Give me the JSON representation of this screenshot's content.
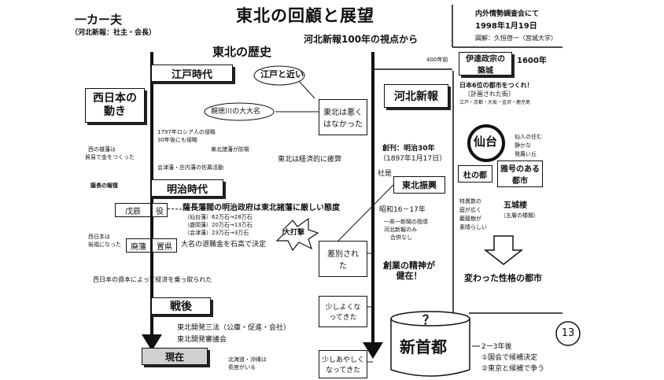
{
  "header": {
    "author": "一カー夫",
    "affiliation": "（河北新報：社主・会長）",
    "title": "東北の回顧と展望",
    "subtitle": "河北新報100年の視点から",
    "venue_lines": [
      "内外情勢調査会にて",
      "1998年1月19日",
      "図解：久恒啓一（宮城大学）"
    ]
  },
  "history": {
    "heading": "東北の歴史",
    "west_japan_movement": "西日本の動き",
    "edo": "江戸時代",
    "near_edo": "江戸と近い",
    "tokugawa": "親徳川の大大名",
    "not_bad": "東北は悪くはなかった",
    "russia_note": [
      "1797年ロシア人の侵略",
      "30年後にも侵略"
    ],
    "north_defense": "東北諸藩が防衛",
    "west_clans": [
      "西の雄藩は",
      "貿易で金をつくった"
    ],
    "aizu_shonai": "会津藩・庄内藩の佐幕活動",
    "economic_fatigue": "東北は経済的に疲弊",
    "satcho_revenge": "薩長の報復",
    "meiji": "明治時代",
    "boshin": "戊辰",
    "war": "役",
    "satcho_gov": "薩長藩閥の明治政府は東北諸藩に厳しい態度",
    "stipend_rows": [
      "（仙台藩）62万石→28万石",
      "（盛岡藩）20万石→13万石",
      "（会津藩）23万石→3万石"
    ],
    "big_blow": "大打撃",
    "west_rich": [
      "西日本は",
      "裕福になった"
    ],
    "haihan": "廃藩",
    "chiken": "置県",
    "retirement_funds": "大名の退職金を石高で決定",
    "west_capital": "西日本の資本によって経済を乗っ取られた",
    "discrimination": "差別された",
    "postwar": "戦後",
    "getting_better": "少しよくなってきた",
    "development_laws": [
      "東北開発三法（公庫・促進・会社）",
      "東北開発審議会"
    ],
    "present": "現在",
    "hokkaido": [
      "北海道・沖縄は",
      "長官がいる"
    ],
    "slightly_better": "少しあやしくなってきた"
  },
  "kahoku": {
    "name": "河北新報",
    "founded": [
      "創刊：明治30年",
      "（1897年1月17日）"
    ],
    "motto_prefix": "社是",
    "motto": "東北振興",
    "war_merger": [
      "昭和16－17年",
      "一県一新聞の指導",
      "河北新報のみ",
      "合併なし"
    ],
    "founding_spirit": "創業の精神が健在！",
    "new_capital": "新首都",
    "question": "？",
    "future": [
      "2ー3年後",
      "①国会で候補決定",
      "②東京と候補で争う"
    ]
  },
  "sendai": {
    "years_ago": "400年前",
    "date_masamune": "伊達政宗の築城",
    "year_1600": "1600年",
    "planned": [
      "日本6位の都市をつくれ！",
      "（計画された街）"
    ],
    "rank_cities": "江戸・京都・大坂・金沢・鹿児島",
    "city": "仙台",
    "qualities": [
      "仙人の住む",
      "静かな",
      "発展い丘"
    ],
    "mori_no_miyako": "杜の都",
    "kogo": "雅号のある都市",
    "features": [
      "特異数の",
      "庭が広く",
      "籠龍樹が",
      "素晴らしい"
    ],
    "goshiro": "五城楼",
    "goshiro_note": "（五層の楼閣）",
    "changed": "変わった性格の都市"
  },
  "page_number": "13"
}
